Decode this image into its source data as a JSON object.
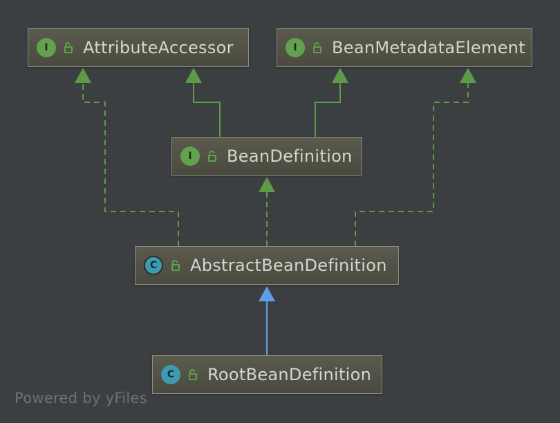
{
  "nodes": {
    "attribute_accessor": {
      "label": "AttributeAccessor",
      "badge": "I",
      "kind": "interface"
    },
    "bean_metadata_element": {
      "label": "BeanMetadataElement",
      "badge": "I",
      "kind": "interface"
    },
    "bean_definition": {
      "label": "BeanDefinition",
      "badge": "I",
      "kind": "interface"
    },
    "abstract_bean_definition": {
      "label": "AbstractBeanDefinition",
      "badge": "C",
      "kind": "abstract-class"
    },
    "root_bean_definition": {
      "label": "RootBeanDefinition",
      "badge": "C",
      "kind": "class"
    }
  },
  "edges": [
    {
      "from": "bean_definition",
      "to": "attribute_accessor",
      "relation": "extends",
      "style": "solid"
    },
    {
      "from": "bean_definition",
      "to": "bean_metadata_element",
      "relation": "extends",
      "style": "solid"
    },
    {
      "from": "abstract_bean_definition",
      "to": "bean_definition",
      "relation": "implements",
      "style": "dashed"
    },
    {
      "from": "abstract_bean_definition",
      "to": "attribute_accessor",
      "relation": "implements",
      "style": "dashed"
    },
    {
      "from": "abstract_bean_definition",
      "to": "bean_metadata_element",
      "relation": "implements",
      "style": "dashed"
    },
    {
      "from": "root_bean_definition",
      "to": "abstract_bean_definition",
      "relation": "extends",
      "style": "solid"
    }
  ],
  "colors": {
    "background": "#3c3f41",
    "interface_edge": "#5e9b48",
    "class_edge": "#5b9ee6",
    "node_fill": "#505045",
    "node_border": "#8f8f87",
    "interface_badge": "#62a14e",
    "class_badge": "#3d9ab0",
    "text": "#d6d6d0"
  },
  "icons": {
    "visibility": "public-unlock-icon"
  },
  "watermark": "Powered by yFiles"
}
